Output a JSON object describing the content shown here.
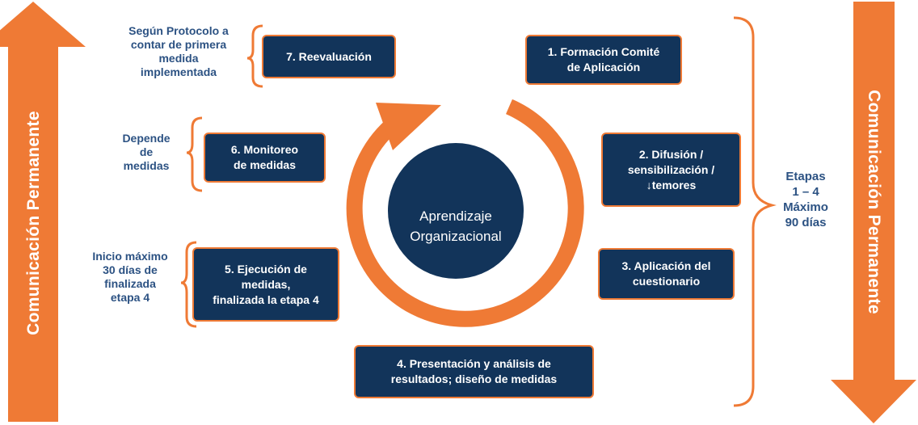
{
  "side_label_left": "Comunicación Permanente",
  "side_label_right": "Comunicación Permanente",
  "center_label": "Aprendizaje\nOrganizacional",
  "steps": [
    {
      "label": "1. Formación Comité\nde Aplicación"
    },
    {
      "label": "2.  Difusión /\nsensibilización /\n↓temores"
    },
    {
      "label": "3. Aplicación del\ncuestionario"
    },
    {
      "label": "4. Presentación y análisis de\nresultados; diseño de medidas"
    },
    {
      "label": "5. Ejecución de\nmedidas,\nfinalizada la etapa 4"
    },
    {
      "label": "6.  Monitoreo\nde medidas"
    },
    {
      "label": "7.   Reevaluación"
    }
  ],
  "notes": {
    "step7": "Según Protocolo a\ncontar de primera\nmedida\nimplementada",
    "step6": "Depende\nde\nmedidas",
    "step5": "Inicio máximo\n30 días de\nfinalizada\netapa 4",
    "stages_1_4": "Etapas\n1 – 4\nMáximo\n90 días"
  },
  "colors": {
    "orange": "#ef7a35",
    "navy": "#12345a",
    "note_text": "#2c5283"
  }
}
